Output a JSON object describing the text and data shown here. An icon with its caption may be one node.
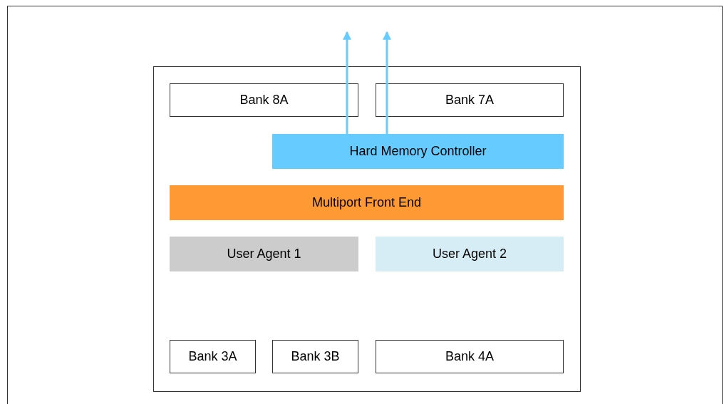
{
  "diagram": {
    "nodes": [
      {
        "text": [],
        "shape": "box"
      },
      {
        "text": [
          "Bank 8A"
        ],
        "in": 0
      },
      {
        "text": [
          "Bank 7A"
        ],
        "in": 0
      },
      {
        "text": [
          "Hard Memory Controller"
        ],
        "in": 0
      },
      {
        "text": [
          "Multiport Front End"
        ],
        "in": 0
      },
      {
        "text": [
          "User Agent 1"
        ],
        "in": 0
      },
      {
        "text": [
          "User Agent 2"
        ],
        "in": 0
      },
      {
        "text": [
          "Bank 3A"
        ],
        "in": 0
      },
      {
        "text": [
          "Bank 3B"
        ],
        "in": 0
      },
      {
        "text": [
          "Bank 4A"
        ],
        "in": 0
      }
    ],
    "edges": [
      {
        "from": 3,
        "to": null,
        "arrow": "to"
      },
      {
        "from": 3,
        "to": null,
        "arrow": "to"
      }
    ]
  }
}
